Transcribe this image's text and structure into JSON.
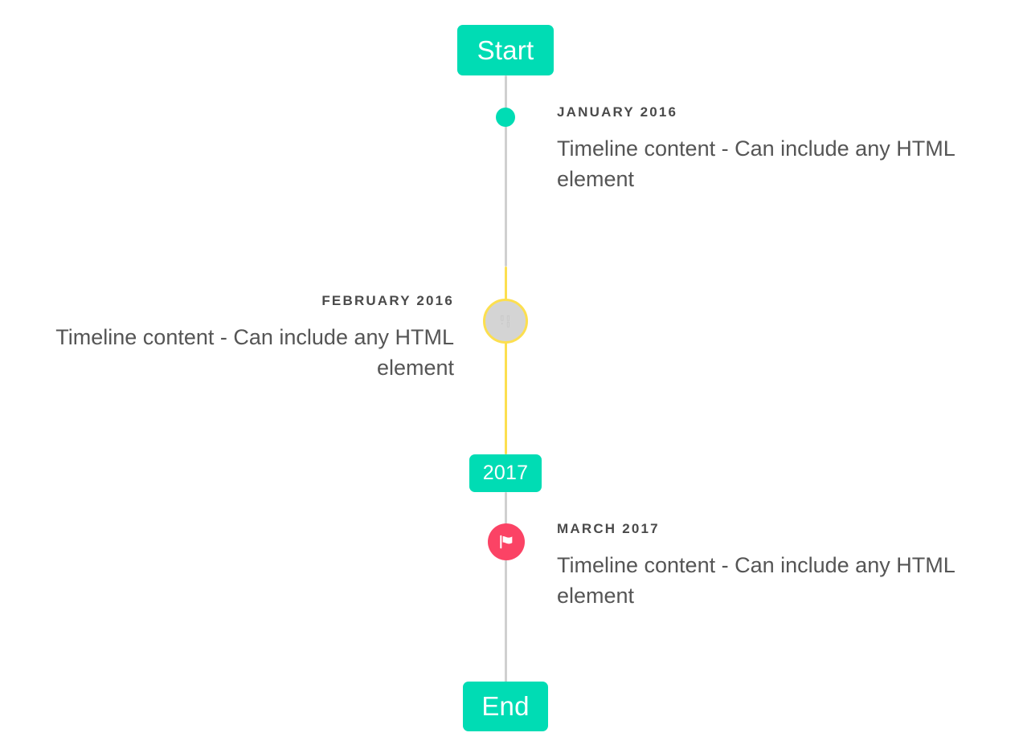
{
  "timeline": {
    "start_label": "Start",
    "mid_label": "2017",
    "end_label": "End",
    "accent_color": "#00dcb4",
    "line_color": "#d0d0d0",
    "highlight_line_color": "#fcdf4f",
    "flag_marker_color": "#fb4365",
    "big_marker_fill": "#d4d4d4",
    "date_text_color": "#4a4a4a",
    "body_text_color": "#555555"
  },
  "events": [
    {
      "date": "JANUARY 2016",
      "body": "Timeline content - Can include any HTML element",
      "side": "right",
      "marker": "dot-icon"
    },
    {
      "date": "FEBRUARY 2016",
      "body": "Timeline content - Can include any HTML element",
      "side": "left",
      "marker": "broken-glyph-icon"
    },
    {
      "date": "MARCH 2017",
      "body": "Timeline content - Can include any HTML element",
      "side": "right",
      "marker": "flag-icon"
    }
  ]
}
